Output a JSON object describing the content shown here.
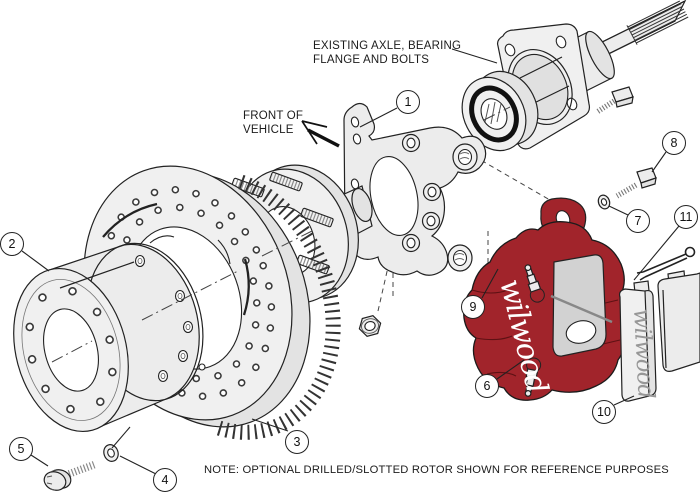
{
  "labels": {
    "axle_line1": "EXISTING AXLE, BEARING",
    "axle_line2": "FLANGE AND BOLTS",
    "front_line1": "FRONT OF",
    "front_line2": "VEHICLE",
    "note": "NOTE: OPTIONAL DRILLED/SLOTTED ROTOR SHOWN FOR REFERENCE PURPOSES"
  },
  "branding": {
    "caliper_logo": "wilwood",
    "pad_logo": "wilwood"
  },
  "callouts": [
    {
      "number": "1"
    },
    {
      "number": "2"
    },
    {
      "number": "3"
    },
    {
      "number": "4"
    },
    {
      "number": "5"
    },
    {
      "number": "6"
    },
    {
      "number": "7"
    },
    {
      "number": "8"
    },
    {
      "number": "9"
    },
    {
      "number": "10"
    },
    {
      "number": "11"
    }
  ],
  "colors": {
    "caliper_red": "#A1242B",
    "line": "#1C1C1C",
    "part_fill": "#ECECEC",
    "background": "#FFFFFF"
  }
}
